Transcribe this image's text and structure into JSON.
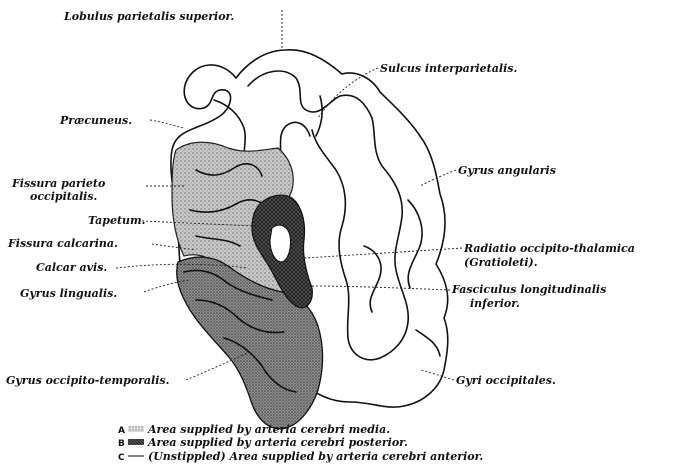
{
  "labels": {
    "lobulus_parietalis_superior": "Lobulus parietalis superior.",
    "sulcus_interparietalis": "Sulcus interparietalis.",
    "praecuneus": "Præcuneus.",
    "gyrus_angularis": "Gyrus angularis",
    "fissura_parieto_occipitalis_line1": "Fissura parieto",
    "fissura_parieto_occipitalis_line2": "occipitalis.",
    "tapetum": "Tapetum.",
    "fissura_calcarina": "Fissura calcarina.",
    "calcar_avis": "Calcar avis.",
    "radiatio_line1": "Radiatio occipito-thalamica",
    "radiatio_line2": "(Gratioleti).",
    "fasciculus_line1": "Fasciculus longitudinalis",
    "fasciculus_line2": "inferior.",
    "gyrus_lingualis": "Gyrus lingualis.",
    "gyrus_occipito_temporalis": "Gyrus occipito-temporalis.",
    "gyri_occipitales": "Gyri occipitales."
  },
  "legend": [
    {
      "letter": "A",
      "text": "Area supplied by arteria cerebri media."
    },
    {
      "letter": "B",
      "text": "Area supplied by arteria cerebri posterior."
    },
    {
      "letter": "C",
      "text": "(Unstippled) Area supplied by arteria cerebri anterior."
    }
  ],
  "colors": {
    "stipple_light": "#b9b9b9",
    "stipple_dark": "#6e6e6e",
    "posterior_dark": "#3a3a3a",
    "outline": "#111111"
  }
}
